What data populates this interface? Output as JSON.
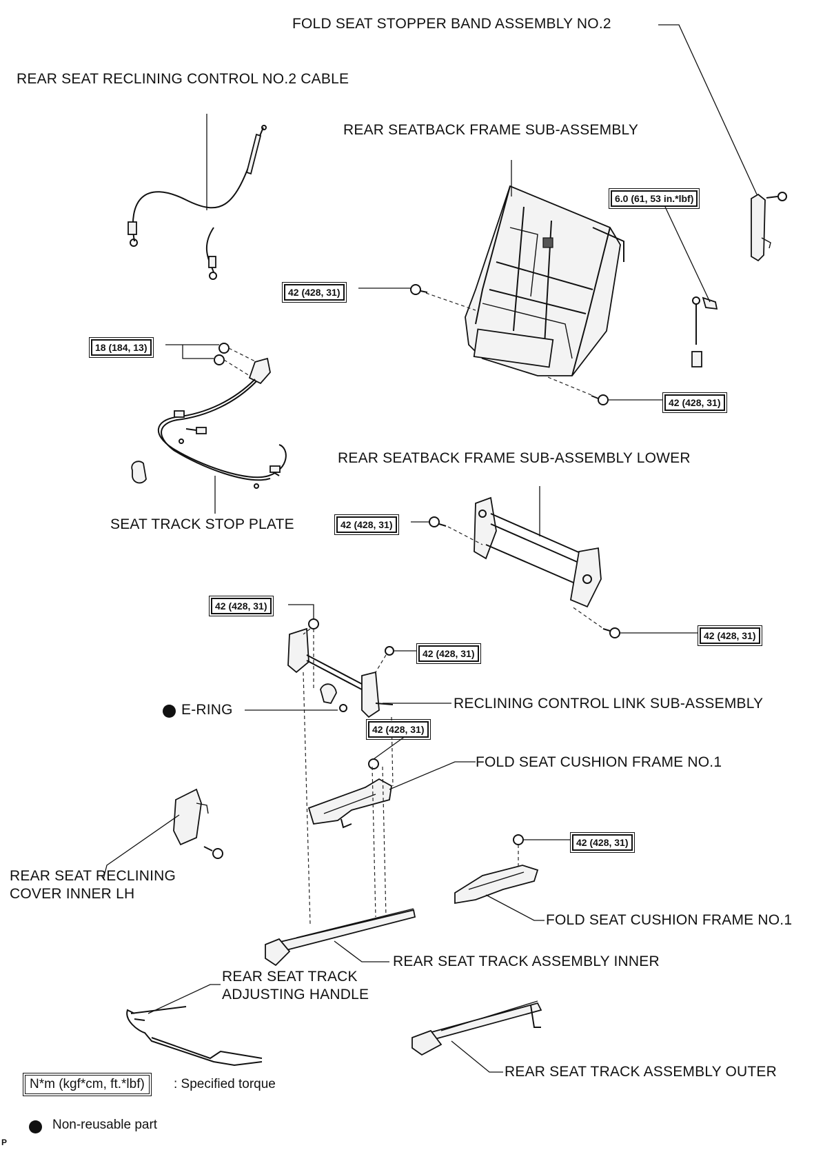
{
  "labels": {
    "stopper_band": "FOLD SEAT STOPPER BAND ASSEMBLY NO.2",
    "reclining_cable": "REAR SEAT RECLINING CONTROL NO.2 CABLE",
    "seatback_frame": "REAR SEATBACK FRAME SUB-ASSEMBLY",
    "stop_plate": "SEAT TRACK STOP PLATE",
    "seatback_lower": "REAR SEATBACK FRAME SUB-ASSEMBLY LOWER",
    "e_ring": "E-RING",
    "reclining_link": "RECLINING CONTROL LINK SUB-ASSEMBLY",
    "cushion_frame_1a": "FOLD SEAT CUSHION FRAME NO.1",
    "cover_inner_lh": "REAR SEAT RECLINING COVER INNER LH",
    "cushion_frame_1b": "FOLD SEAT CUSHION FRAME NO.1",
    "track_inner": "REAR SEAT TRACK ASSEMBLY INNER",
    "adjusting_handle": "REAR SEAT TRACK ADJUSTING HANDLE",
    "track_outer": "REAR SEAT TRACK ASSEMBLY OUTER"
  },
  "torques": {
    "t_stopper": "6.0 (61, 53 in.*lbf)",
    "t_seatback_left": "42 (428, 31)",
    "t_seatback_right": "42 (428, 31)",
    "t_cable": "18 (184, 13)",
    "t_lower_left": "42 (428, 31)",
    "t_lower_right": "42 (428, 31)",
    "t_link_top": "42 (428, 31)",
    "t_link_right": "42 (428, 31)",
    "t_cushion_a": "42 (428, 31)",
    "t_cushion_b": "42 (428, 31)"
  },
  "legend": {
    "torque_unit": "N*m (kgf*cm, ft.*lbf)",
    "torque_text": ": Specified torque",
    "nonreusable_text": "Non-reusable part"
  },
  "footer_mark": "P"
}
